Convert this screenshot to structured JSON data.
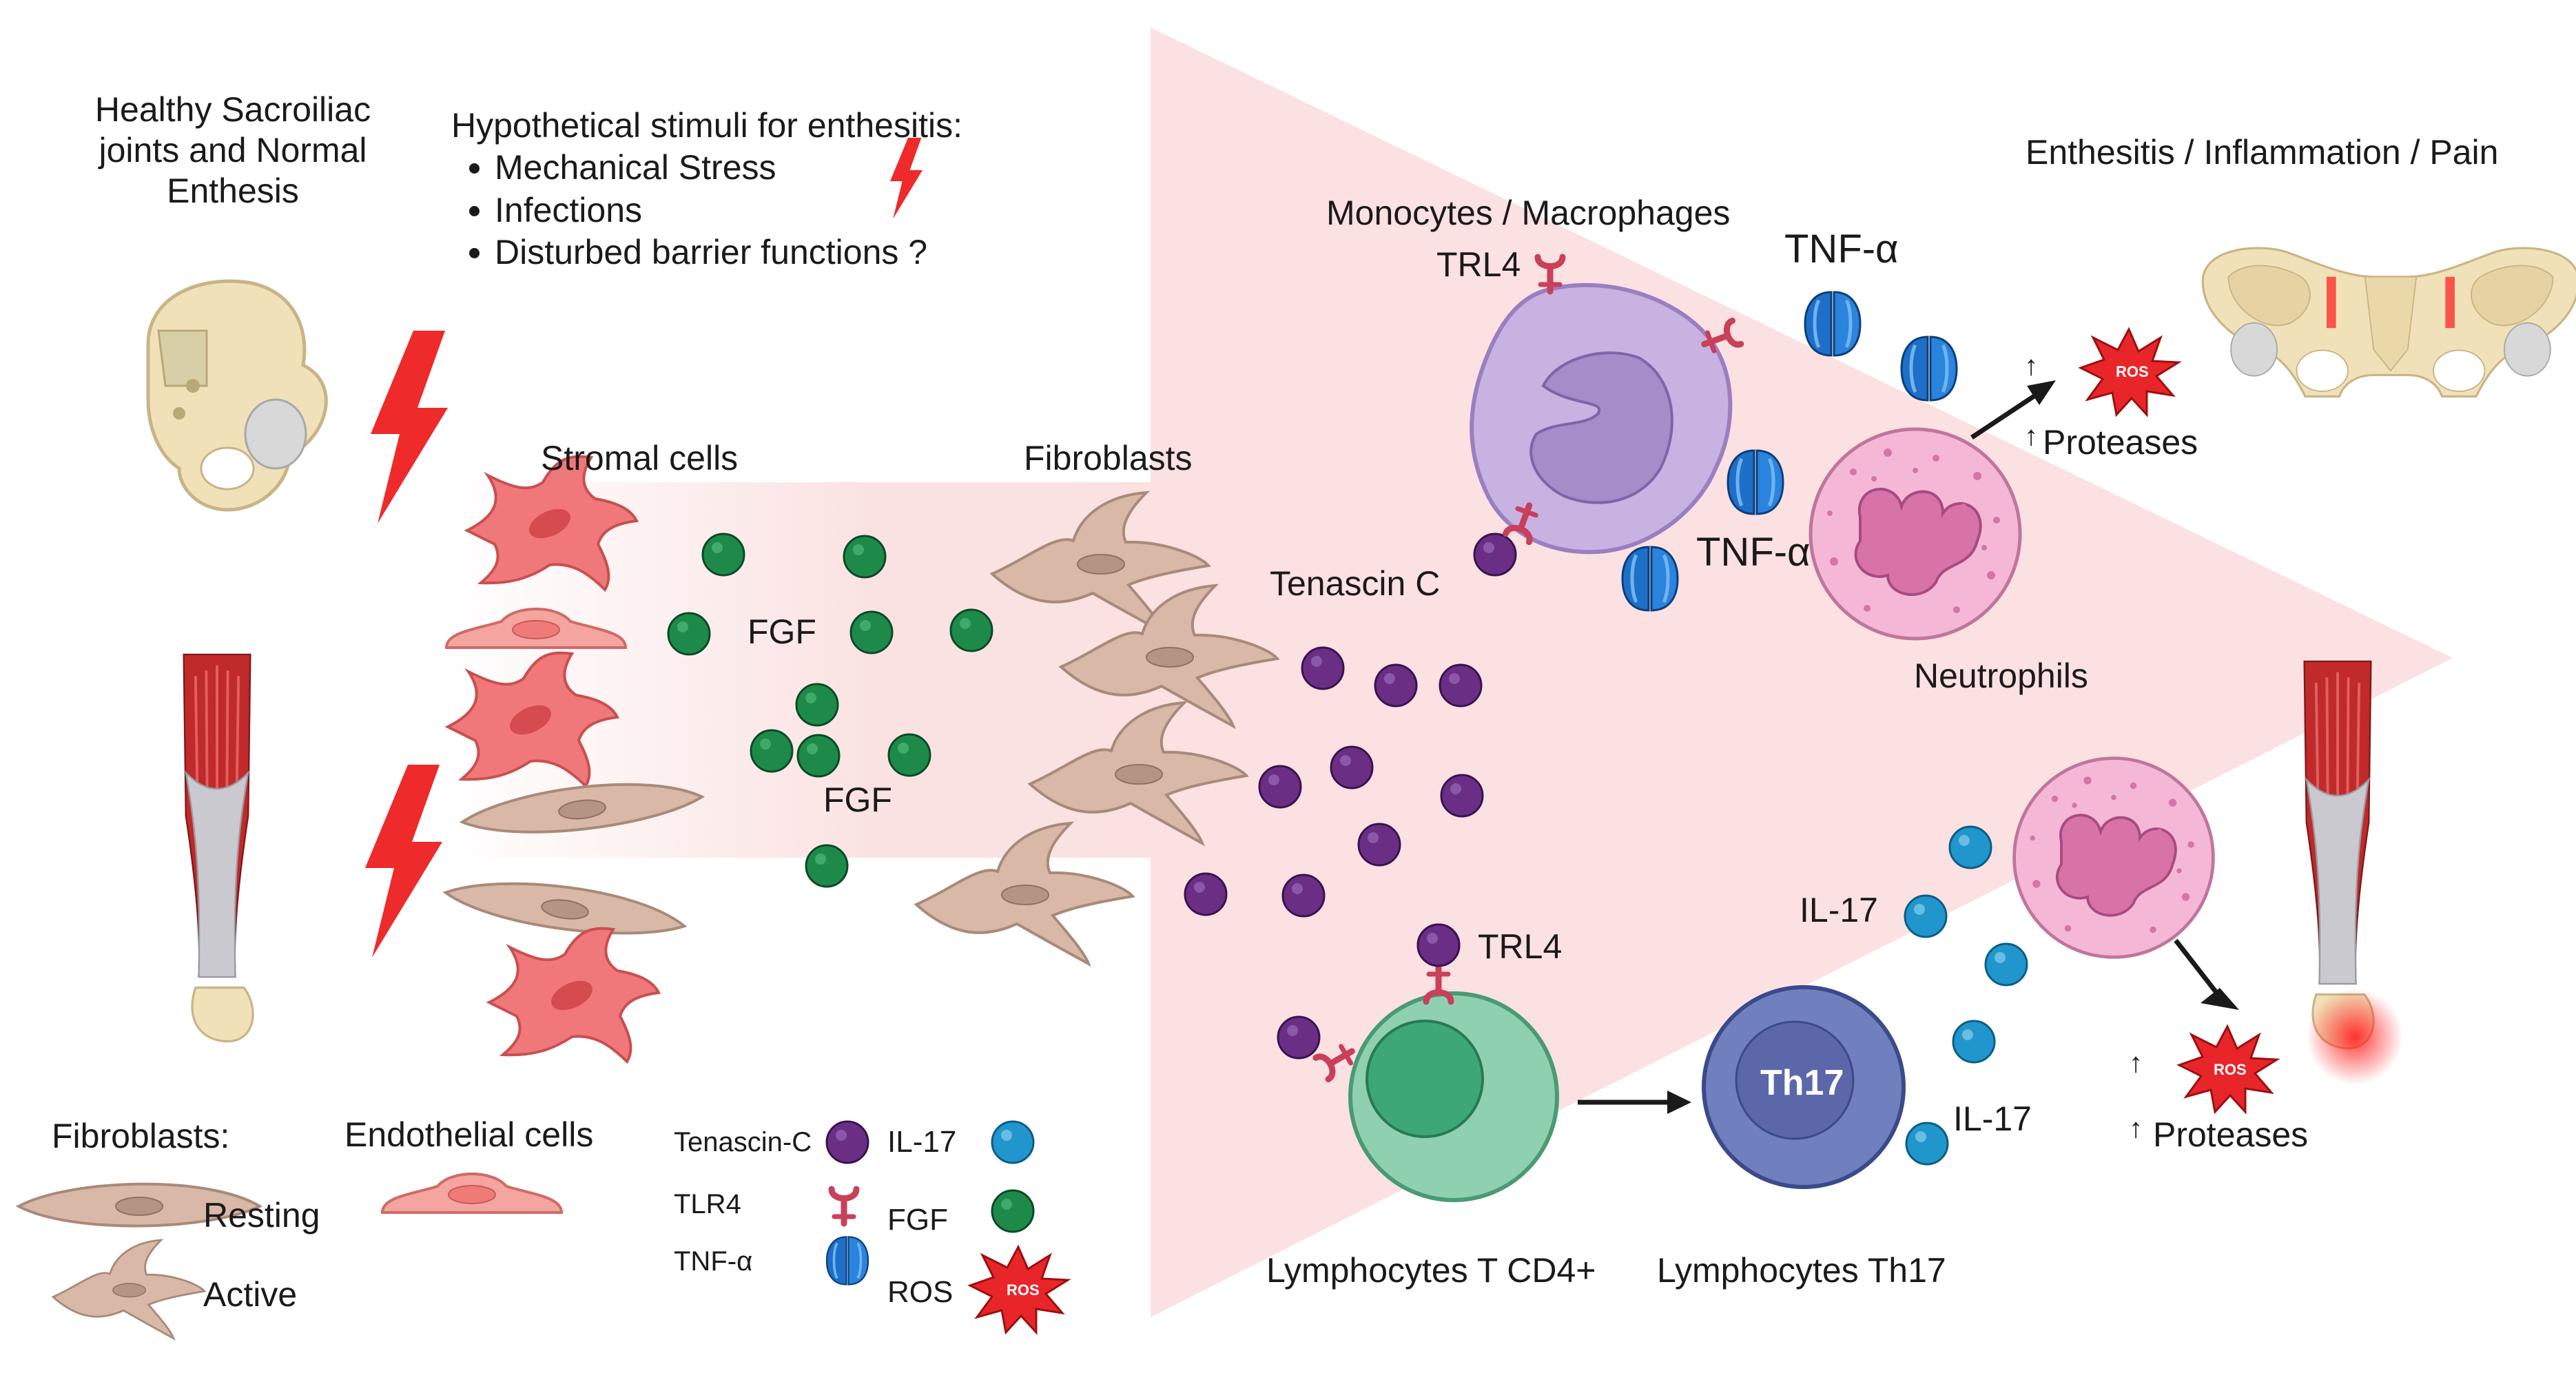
{
  "labels": {
    "healthy_line1": "Healthy Sacroiliac",
    "healthy_line2": "joints and Normal",
    "healthy_line3": "Enthesis",
    "stimuli_title": "Hypothetical stimuli for enthesitis:",
    "stimuli": [
      "Mechanical Stress",
      "Infections",
      "Disturbed barrier functions ?"
    ],
    "stromal_cells": "Stromal cells",
    "fibroblasts": "Fibroblasts",
    "fgf": "FGF",
    "monocytes_macrophages": "Monocytes / Macrophages",
    "trl4": "TRL4",
    "tnf_alpha": "TNF-α",
    "tenascin_c": "Tenascin C",
    "neutrophils": "Neutrophils",
    "proteases": "Proteases",
    "ros": "ROS",
    "enthesitis_title": "Enthesitis / Inflammation / Pain",
    "il17": "IL-17",
    "th17": "Th17",
    "lymphocytes_t_cd4": "Lymphocytes T CD4+",
    "lymphocytes_th17": "Lymphocytes Th17",
    "up_arrow": "↑"
  },
  "legend": {
    "fibroblasts_title": "Fibroblasts:",
    "resting": "Resting",
    "active": "Active",
    "endothelial": "Endothelial cells",
    "tenascin_c": "Tenascin-C",
    "tlr4": "TLR4",
    "tnf_alpha": "TNF-α",
    "il17": "IL-17",
    "fgf": "FGF",
    "ros": "ROS"
  },
  "colors": {
    "triangle": "#fbe1e1",
    "bolt": "#ee2a2a",
    "fgf": "#1e8a4a",
    "tenascin": "#6a2f85",
    "il17": "#2196cc",
    "tnf": "#1e6fc8",
    "receptor": "#c8405a",
    "fibroblast": "#d9b8a8",
    "stromal": "#f0787a",
    "endothelial": "#f5a5a0",
    "macrophage": "#c7b2e2",
    "neutrophil": "#f4b8d6",
    "tcell": "#8fd0b0",
    "th17": "#7080bf",
    "ros": "#e8262a"
  },
  "icons": [
    "lightning-bolt-icon",
    "pelvis-icon",
    "tendon-icon",
    "ros-burst-icon",
    "tlr4-receptor-icon",
    "tnf-alpha-icon"
  ]
}
